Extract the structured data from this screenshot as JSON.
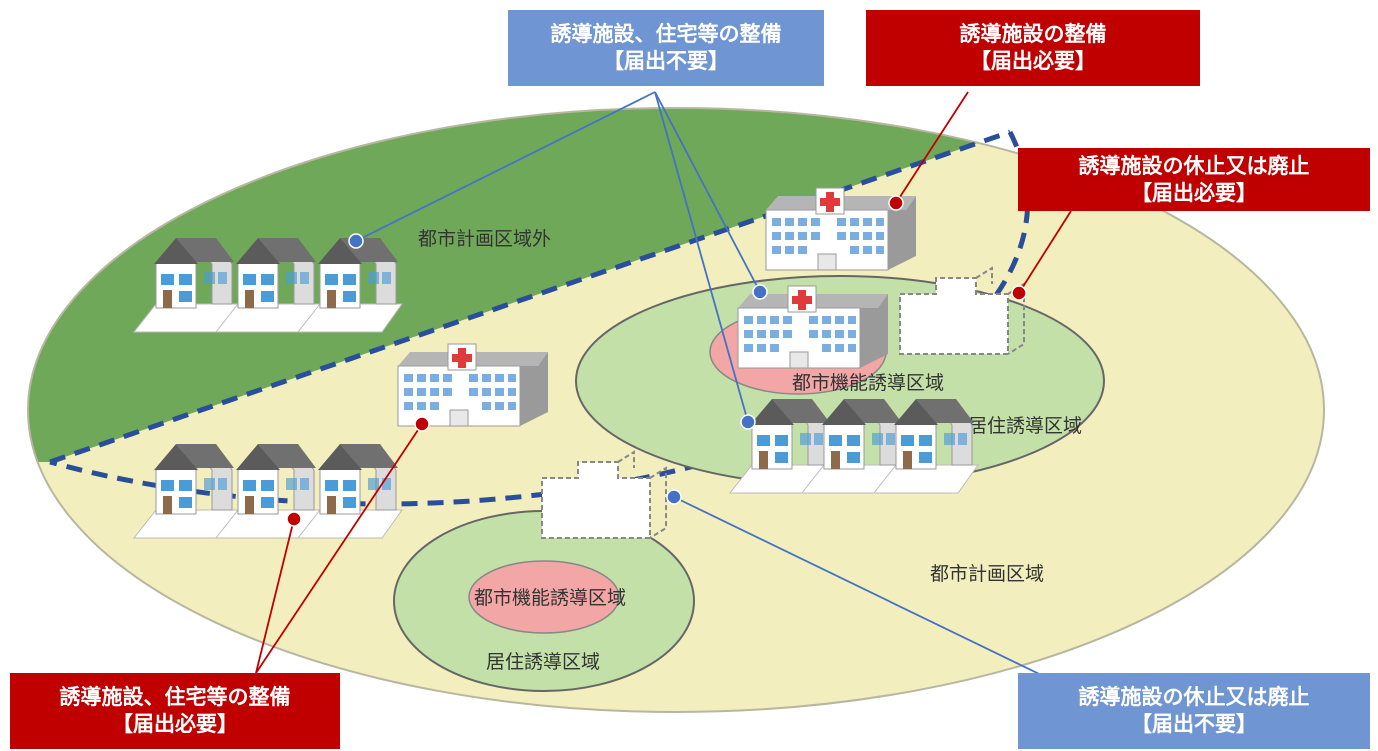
{
  "zones": {
    "outside": "都市計画区域外",
    "city": "都市計画区域",
    "residential_1": "居住誘導区域",
    "function_1": "都市機能誘導区域",
    "residential_2": "居住誘導区域",
    "function_2": "都市機能誘導区域"
  },
  "callouts": {
    "top_blue": {
      "line1": "誘導施設、住宅等の整備",
      "line2": "【届出不要】"
    },
    "top_red": {
      "line1": "誘導施設の整備",
      "line2": "【届出必要】"
    },
    "right_red": {
      "line1": "誘導施設の休止又は廃止",
      "line2": "【届出必要】"
    },
    "bottom_left_red": {
      "line1": "誘導施設、住宅等の整備",
      "line2": "【届出必要】"
    },
    "bottom_right_blue": {
      "line1": "誘導施設の休止又は廃止",
      "line2": "【届出不要】"
    }
  },
  "colors": {
    "outside_area": "#70a859",
    "city_area": "#f2eebe",
    "residential_area": "#c3e0a9",
    "function_area": "#f2a6a6",
    "boundary_dash": "#2a4f9a",
    "callout_blue": "#6f95d2",
    "callout_red": "#c00000",
    "leader_blue": "#4472c4",
    "leader_red": "#c00000"
  },
  "icons": [
    "house-icon",
    "hospital-icon",
    "closed-facility-icon"
  ]
}
